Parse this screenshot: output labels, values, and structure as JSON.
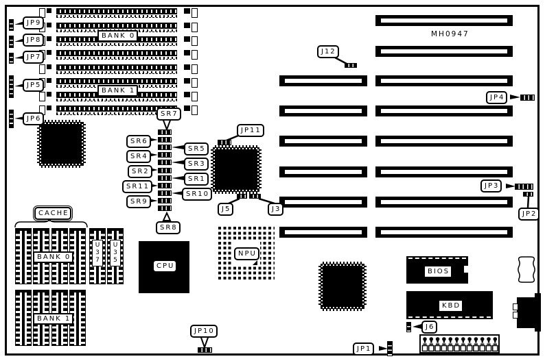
{
  "board": {
    "part_number": "MH0947",
    "type": "motherboard-layout-diagram"
  },
  "memory": {
    "simm_rows": 8,
    "bank0_label": "BANK 0",
    "bank1_label": "BANK 1"
  },
  "cache": {
    "label": "CACHE",
    "bank0_label": "BANK 0",
    "bank1_label": "BANK 1",
    "u37_label": "U37",
    "u35_label": "U35",
    "columns_per_bank": 4
  },
  "chips": {
    "cpu": "CPU",
    "npu": "NPU",
    "bios": "BIOS",
    "kbd": "KBD"
  },
  "slots": {
    "right_column_count": 8,
    "left_column_count": 6
  },
  "jumpers": {
    "jp1": "JP1",
    "jp2": "JP2",
    "jp3": "JP3",
    "jp4": "JP4",
    "jp5": "JP5",
    "jp6": "JP6",
    "jp7": "JP7",
    "jp8": "JP8",
    "jp9": "JP9",
    "jp10": "JP10",
    "jp11": "JP11",
    "j3": "J3",
    "j5": "J5",
    "j6": "J6",
    "j12": "J12"
  },
  "sip_resistors": {
    "sr1": "SR1",
    "sr2": "SR2",
    "sr3": "SR3",
    "sr4": "SR4",
    "sr5": "SR5",
    "sr6": "SR6",
    "sr7": "SR7",
    "sr8": "SR8",
    "sr9": "SR9",
    "sr10": "SR10",
    "sr11": "SR11",
    "block_count": 11
  }
}
